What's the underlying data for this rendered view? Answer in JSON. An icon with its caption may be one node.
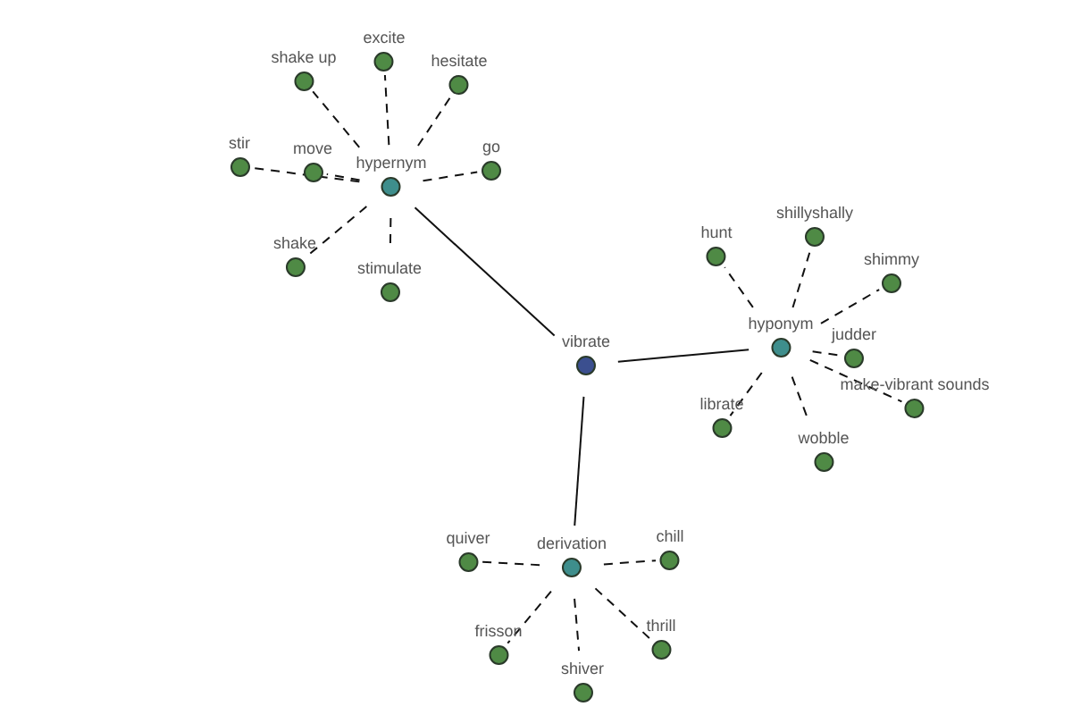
{
  "diagram": {
    "nodes": [
      {
        "text": [
          "vibrate"
        ]
      },
      {
        "text": [
          "hypernym"
        ]
      },
      {
        "text": [
          "hyponym"
        ]
      },
      {
        "text": [
          "derivation"
        ]
      },
      {
        "text": [
          "shake up"
        ]
      },
      {
        "text": [
          "excite"
        ]
      },
      {
        "text": [
          "hesitate"
        ]
      },
      {
        "text": [
          "stir"
        ]
      },
      {
        "text": [
          "move"
        ]
      },
      {
        "text": [
          "go"
        ]
      },
      {
        "text": [
          "shake"
        ]
      },
      {
        "text": [
          "stimulate"
        ]
      },
      {
        "text": [
          "hunt"
        ]
      },
      {
        "text": [
          "shillyshally"
        ]
      },
      {
        "text": [
          "shimmy"
        ]
      },
      {
        "text": [
          "judder"
        ]
      },
      {
        "text": [
          "make-vibrant sounds"
        ]
      },
      {
        "text": [
          "librate"
        ]
      },
      {
        "text": [
          "wobble"
        ]
      },
      {
        "text": [
          "quiver"
        ]
      },
      {
        "text": [
          "chill"
        ]
      },
      {
        "text": [
          "frisson"
        ]
      },
      {
        "text": [
          "thrill"
        ]
      },
      {
        "text": [
          "shiver"
        ]
      }
    ],
    "edges": [
      {
        "from": 0,
        "to": 1,
        "arrow": "none"
      },
      {
        "from": 0,
        "to": 2,
        "arrow": "none"
      },
      {
        "from": 0,
        "to": 3,
        "arrow": "none"
      },
      {
        "from": 1,
        "to": 4,
        "arrow": "none",
        "style": "dashed"
      },
      {
        "from": 1,
        "to": 5,
        "arrow": "none",
        "style": "dashed"
      },
      {
        "from": 1,
        "to": 6,
        "arrow": "none",
        "style": "dashed"
      },
      {
        "from": 1,
        "to": 7,
        "arrow": "none",
        "style": "dashed"
      },
      {
        "from": 1,
        "to": 8,
        "arrow": "none",
        "style": "dashed"
      },
      {
        "from": 1,
        "to": 9,
        "arrow": "none",
        "style": "dashed"
      },
      {
        "from": 1,
        "to": 10,
        "arrow": "none",
        "style": "dashed"
      },
      {
        "from": 1,
        "to": 11,
        "arrow": "none",
        "style": "dashed"
      },
      {
        "from": 2,
        "to": 12,
        "arrow": "none",
        "style": "dashed"
      },
      {
        "from": 2,
        "to": 13,
        "arrow": "none",
        "style": "dashed"
      },
      {
        "from": 2,
        "to": 14,
        "arrow": "none",
        "style": "dashed"
      },
      {
        "from": 2,
        "to": 15,
        "arrow": "none",
        "style": "dashed"
      },
      {
        "from": 2,
        "to": 16,
        "arrow": "none",
        "style": "dashed"
      },
      {
        "from": 2,
        "to": 17,
        "arrow": "none",
        "style": "dashed"
      },
      {
        "from": 2,
        "to": 18,
        "arrow": "none",
        "style": "dashed"
      },
      {
        "from": 3,
        "to": 19,
        "arrow": "none",
        "style": "dashed"
      },
      {
        "from": 3,
        "to": 20,
        "arrow": "none",
        "style": "dashed"
      },
      {
        "from": 3,
        "to": 21,
        "arrow": "none",
        "style": "dashed"
      },
      {
        "from": 3,
        "to": 22,
        "arrow": "none",
        "style": "dashed"
      },
      {
        "from": 3,
        "to": 23,
        "arrow": "none",
        "style": "dashed"
      }
    ]
  }
}
